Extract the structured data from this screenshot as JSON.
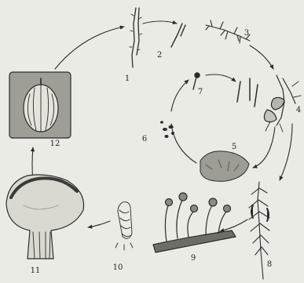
{
  "stages": [
    {
      "id": "1",
      "label": "1"
    },
    {
      "id": "2",
      "label": "2"
    },
    {
      "id": "3",
      "label": "3"
    },
    {
      "id": "4",
      "label": "4"
    },
    {
      "id": "5",
      "label": "5"
    },
    {
      "id": "6",
      "label": "6"
    },
    {
      "id": "7",
      "label": "7"
    },
    {
      "id": "8",
      "label": "8"
    },
    {
      "id": "9",
      "label": "9"
    },
    {
      "id": "10",
      "label": "10"
    },
    {
      "id": "11",
      "label": "11"
    },
    {
      "id": "12",
      "label": "12"
    }
  ],
  "colors": {
    "ink": "#2b2b2b",
    "paper": "#ebebe6",
    "shade": "#8a8a85"
  }
}
